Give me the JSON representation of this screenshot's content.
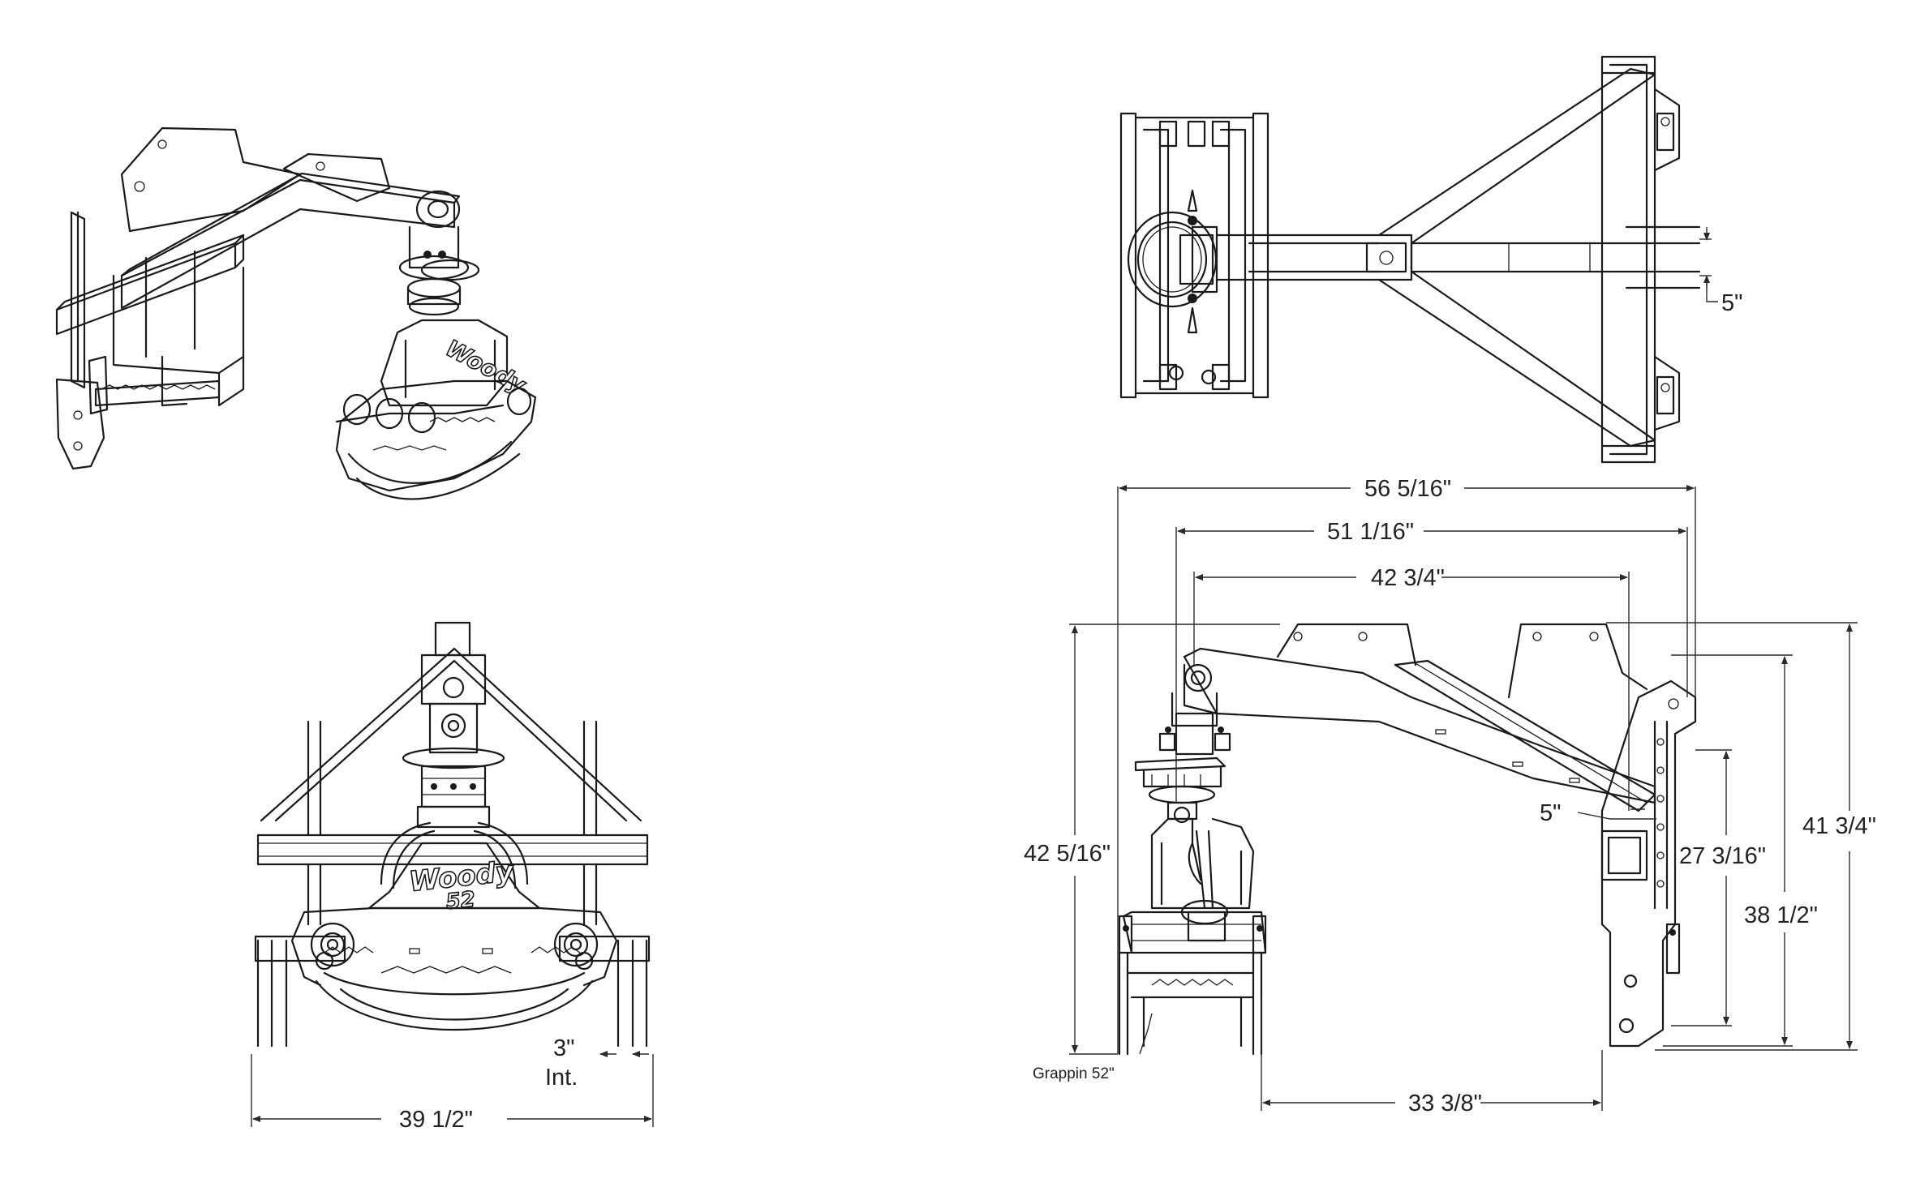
{
  "brand": {
    "logo_text": "Woody",
    "logo_model": "52"
  },
  "labels": {
    "grapple_callout": "Grappin 52\""
  },
  "dimensions": {
    "top_view_offset": "5\"",
    "overall_length": "56 5/16\"",
    "reach_1": "51 1/16\"",
    "reach_2": "42 3/4\"",
    "overall_height_left": "42 5/16\"",
    "overall_height_right": "41 3/4\"",
    "height_38": "38 1/2\"",
    "mast_height": "27 3/16\"",
    "side_offset": "5\"",
    "base_width": "33 3/8\"",
    "front_width": "39 1/2\"",
    "interior_gap": "3\"",
    "interior_gap_suffix": "Int."
  }
}
